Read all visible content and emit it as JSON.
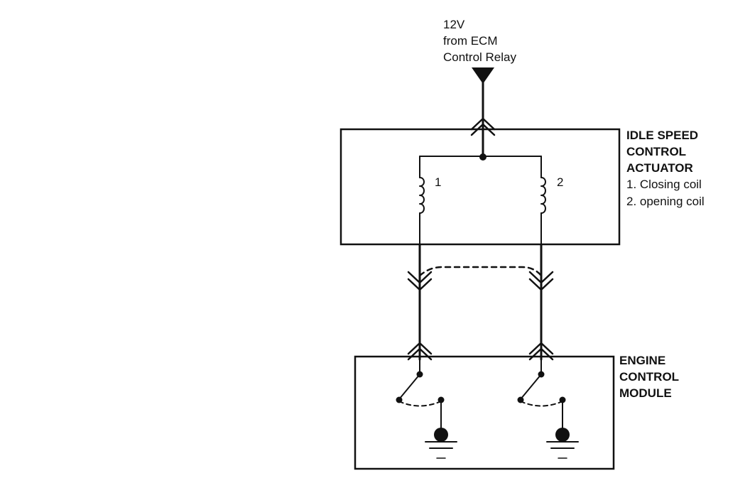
{
  "supply": {
    "line1": "12V",
    "line2": "from ECM",
    "line3": "Control Relay"
  },
  "actuator": {
    "title_line1": "IDLE SPEED",
    "title_line2": "CONTROL",
    "title_line3": "ACTUATOR",
    "legend_1": "1. Closing coil",
    "legend_2": "2. opening coil",
    "coil_1_label": "1",
    "coil_2_label": "2"
  },
  "ecm": {
    "title_line1": "ENGINE",
    "title_line2": "CONTROL",
    "title_line3": "MODULE"
  }
}
